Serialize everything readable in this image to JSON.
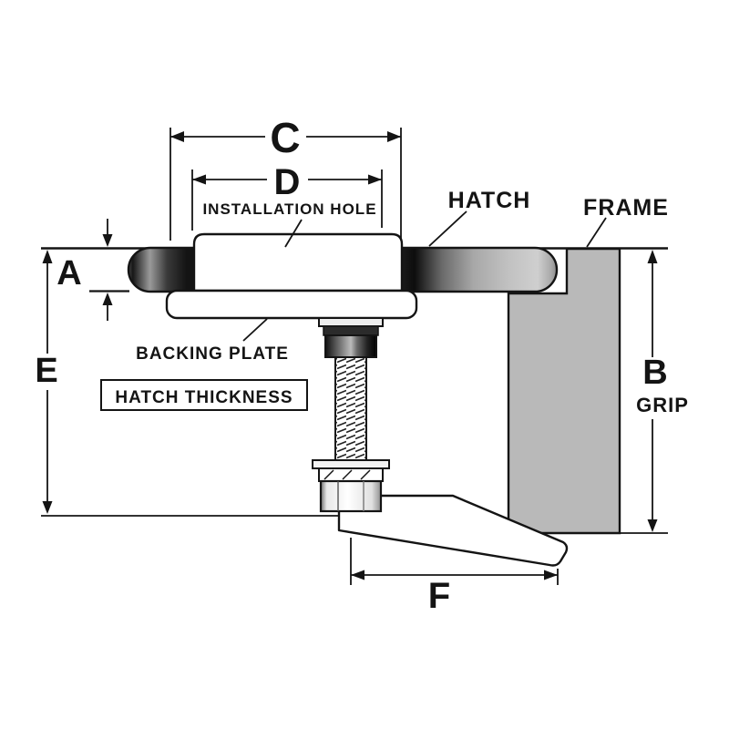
{
  "diagram": {
    "dimensions": {
      "a": "A",
      "b": "B",
      "c": "C",
      "d": "D",
      "e": "E",
      "f": "F"
    },
    "labels": {
      "installation_hole": "INSTALLATION HOLE",
      "hatch": "HATCH",
      "frame": "FRAME",
      "backing_plate": "BACKING PLATE",
      "hatch_thickness": "HATCH THICKNESS",
      "grip": "GRIP"
    },
    "colors": {
      "line": "#141414",
      "frame_fill": "#b9b9b9",
      "background": "#ffffff"
    }
  }
}
